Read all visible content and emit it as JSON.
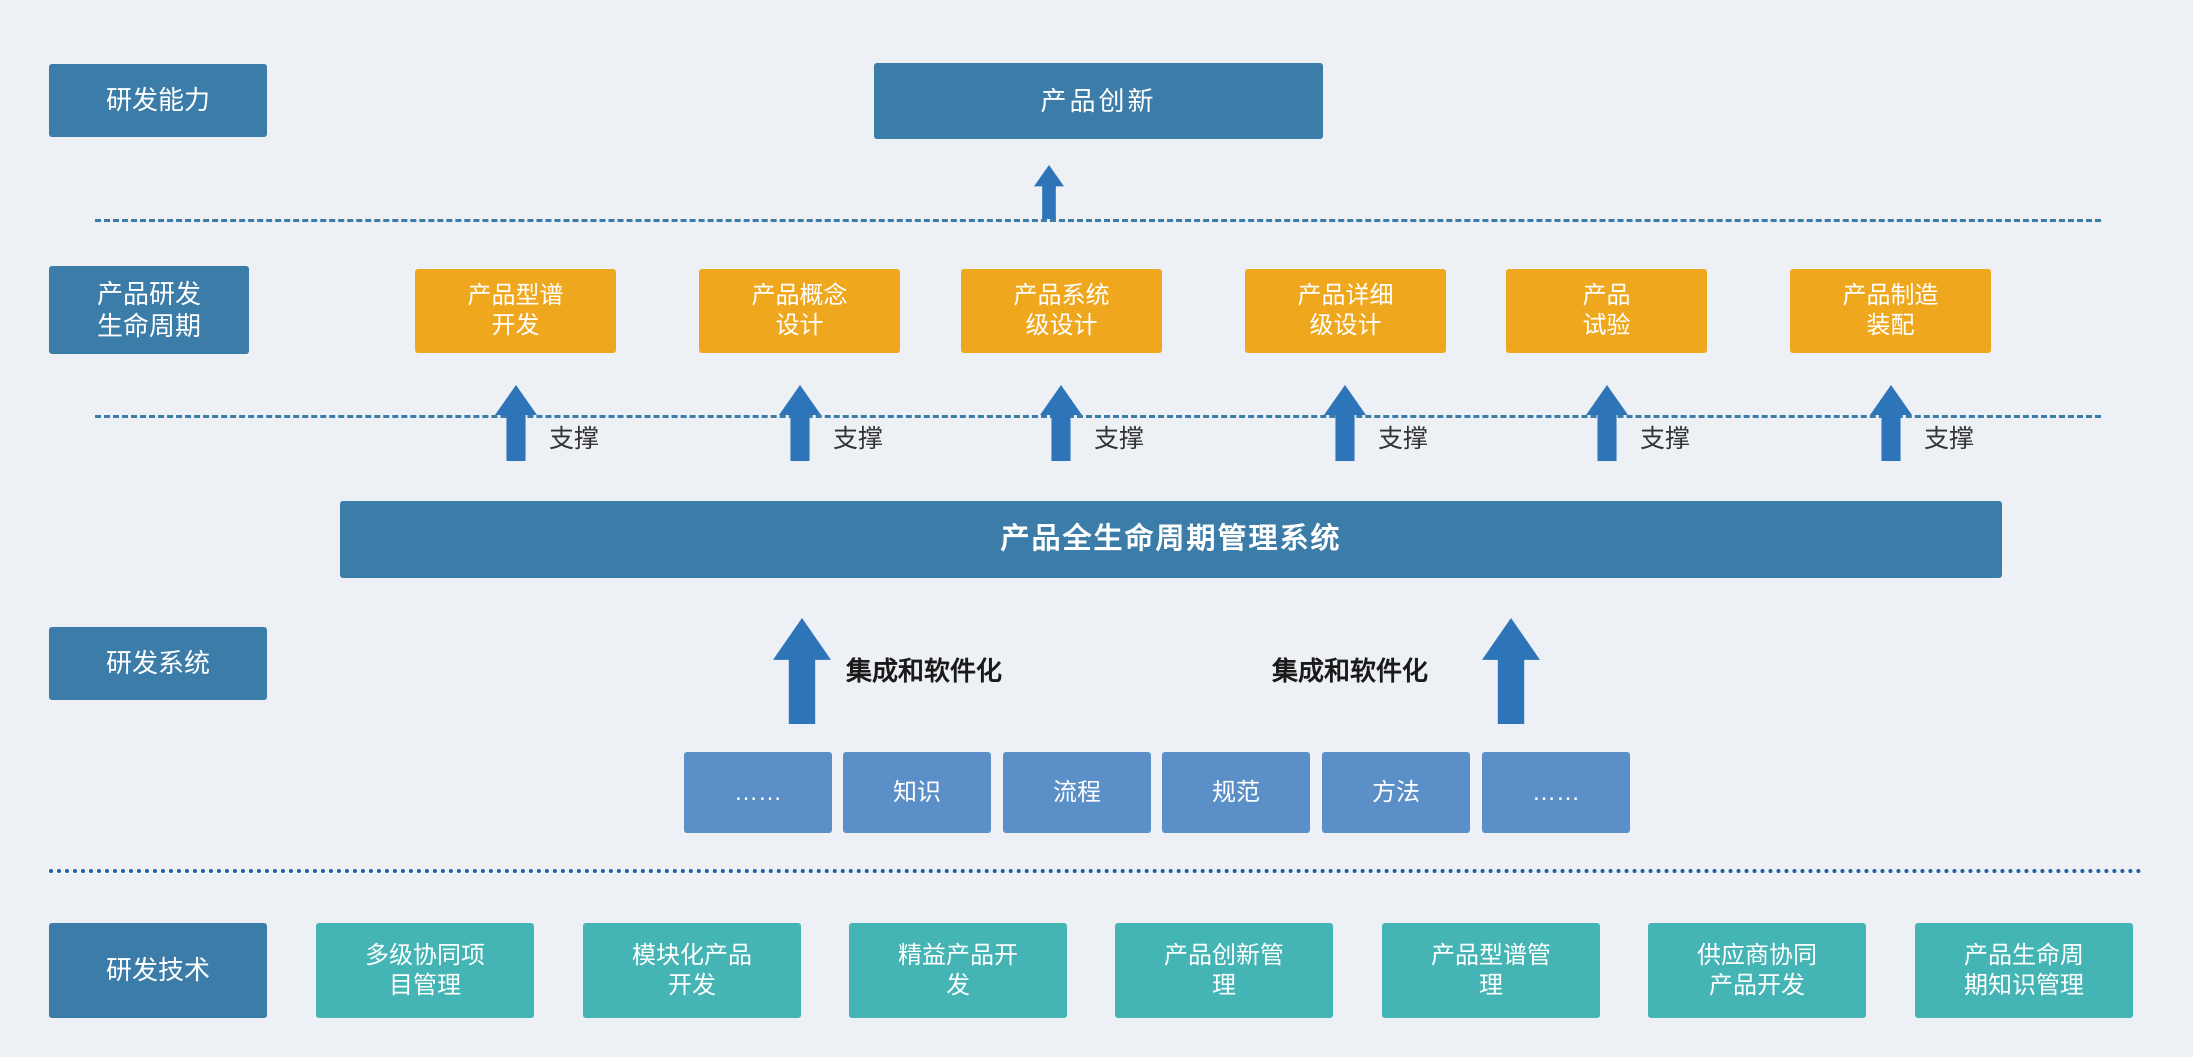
{
  "colors": {
    "background": "#edf0f4",
    "dark_blue": "#3c7ca8",
    "orange": "#efa71e",
    "medium_blue": "#5b8fc7",
    "teal": "#45b4b4",
    "arrow_blue": "#2e74b8",
    "dashed_line": "#3c7ca8",
    "dotted_line": "#2060a5",
    "label_text": "#333333"
  },
  "capability_row": {
    "side_label": "研发能力",
    "innovation_box": "产品创新"
  },
  "lifecycle_row": {
    "side_label": "产品研发\n生命周期",
    "stages": [
      "产品型谱\n开发",
      "产品概念\n设计",
      "产品系统\n级设计",
      "产品详细\n级设计",
      "产品\n试验",
      "产品制造\n装配"
    ],
    "support_label": "支撑"
  },
  "system_row": {
    "side_label": "研发系统",
    "plm_bar": "产品全生命周期管理系统",
    "integration_label": "集成和软件化",
    "modules": [
      "……",
      "知识",
      "流程",
      "规范",
      "方法",
      "……"
    ]
  },
  "technology_row": {
    "side_label": "研发技术",
    "items": [
      "多级协同项\n目管理",
      "模块化产品\n开发",
      "精益产品开\n发",
      "产品创新管\n理",
      "产品型谱管\n理",
      "供应商协同\n产品开发",
      "产品生命周\n期知识管理"
    ]
  }
}
